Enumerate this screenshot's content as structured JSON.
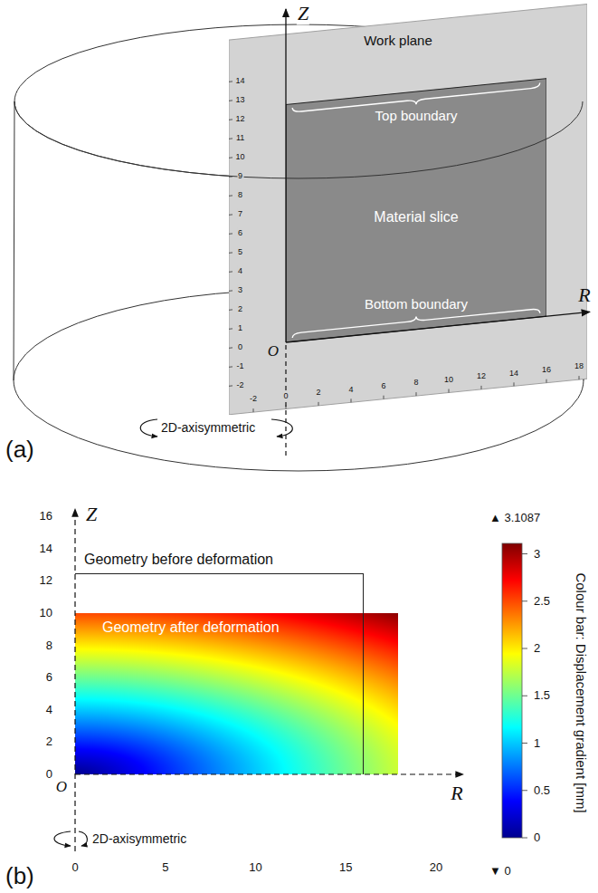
{
  "diagram": {
    "nodes": [
      {
        "text": [
          "Work plane"
        ]
      },
      {
        "text": [
          "Top boundary",
          "Material slice",
          "Bottom boundary"
        ],
        "in": 0
      },
      {
        "text": [
          "Geometry before deformation"
        ]
      },
      {
        "text": [
          "Geometry after deformation"
        ]
      }
    ],
    "labels": [
      "Z",
      "R",
      "O",
      "2D-axisymmetric",
      "(a)",
      "14",
      "13",
      "12",
      "11",
      "10",
      "9",
      "8",
      "7",
      "6",
      "5",
      "4",
      "3",
      "2",
      "1",
      "0",
      "-1",
      "-2",
      "-2",
      "0",
      "2",
      "4",
      "6",
      "8",
      "10",
      "12",
      "14",
      "16",
      "18",
      "16",
      "14",
      "12",
      "10",
      "8",
      "6",
      "4",
      "2",
      "0",
      "0",
      "5",
      "10",
      "15",
      "20",
      "Z",
      "R",
      "O",
      "2D-axisymmetric",
      "(b)",
      "▲ 3.1087",
      "▼ 0",
      "3",
      "2.5",
      "2",
      "1.5",
      "1",
      "0.5",
      "0",
      "Colour bar: Displacement gradient [mm]"
    ]
  }
}
